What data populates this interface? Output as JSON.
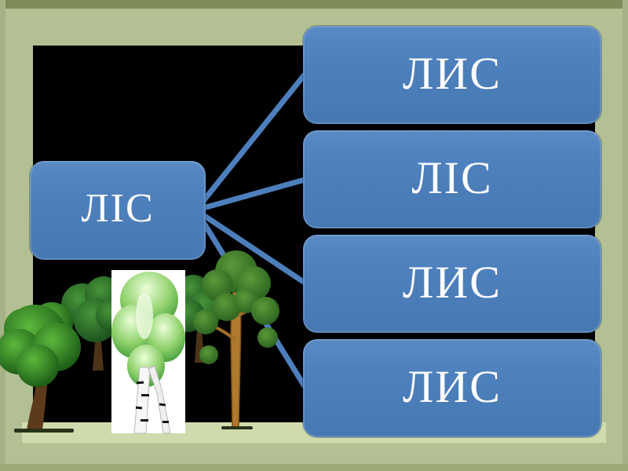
{
  "diagram": {
    "root": {
      "label": "ЛІС"
    },
    "options": [
      {
        "label": "ЛИС"
      },
      {
        "label": "ЛІС"
      },
      {
        "label": "ЛИС"
      },
      {
        "label": "ЛИС"
      }
    ]
  },
  "style": {
    "box_fill": "#4d80bd",
    "box_text_color": "#ffffff",
    "connector_color": "#4d7fbc",
    "frame_color": "#b2c094",
    "frame_sill_color": "#cfdbac",
    "canvas_color": "#000000"
  },
  "icons": {
    "trees": [
      "deciduous-tree-illustration",
      "birch-tree-illustration",
      "pine-tree-illustration"
    ]
  }
}
